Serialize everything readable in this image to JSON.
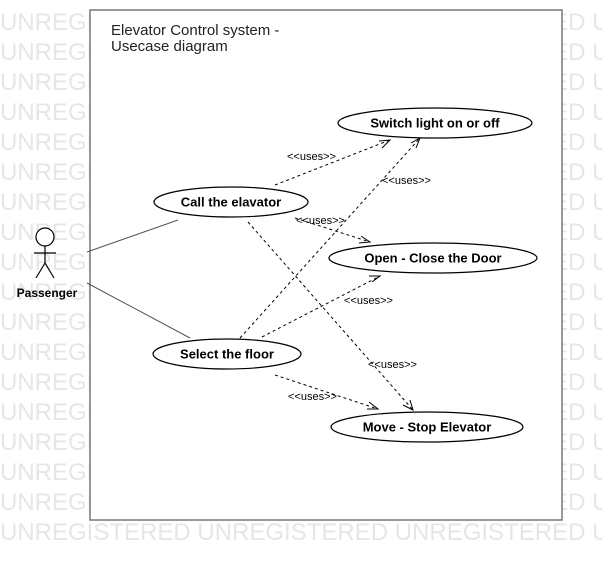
{
  "watermark_text": "UNREGISTERED",
  "title_lines": [
    "Elevator Control system -",
    "Usecase diagram"
  ],
  "actor": {
    "name": "Passenger"
  },
  "use_cases": {
    "switch_light": "Switch light on or off",
    "call_elevator": "Call the elavator",
    "open_close_door": "Open - Close the Door",
    "select_floor": "Select the floor",
    "move_stop": "Move - Stop Elevator"
  },
  "relations": [
    {
      "from": "Call the elavator",
      "to": "Switch light on or off",
      "label": "<<uses>>"
    },
    {
      "from": "Select the floor",
      "to": "Switch light on or off",
      "label": "<<uses>>"
    },
    {
      "from": "Call the elavator",
      "to": "Open - Close the Door",
      "label": "<<uses>>"
    },
    {
      "from": "Select the floor",
      "to": "Open - Close the Door",
      "label": "<<uses>>"
    },
    {
      "from": "Call the elavator",
      "to": "Move - Stop Elevator",
      "label": "<<uses>>"
    },
    {
      "from": "Select the floor",
      "to": "Move - Stop Elevator",
      "label": "<<uses>>"
    }
  ]
}
